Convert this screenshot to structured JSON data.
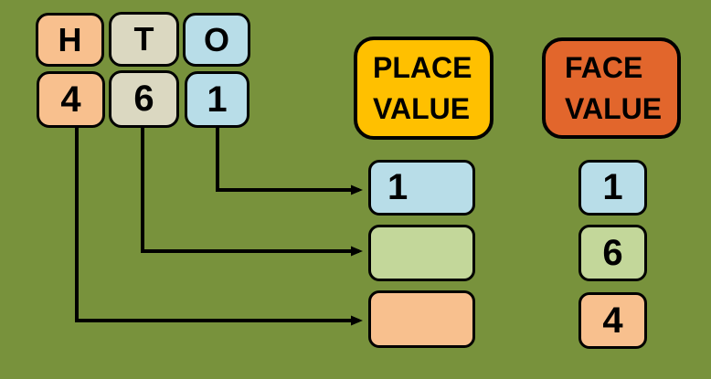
{
  "colors": {
    "background": "#78923C",
    "outline": "#000000",
    "arrow": "#000000",
    "peach": "#F8C08E",
    "beige": "#DBD8C1",
    "light_blue": "#B8DDE8",
    "light_green": "#C3D79A",
    "gold": "#FFC000",
    "orange_red": "#E2662C"
  },
  "digit_grid": {
    "column_headers": [
      {
        "label": "H",
        "color": "#F8C08E"
      },
      {
        "label": "T",
        "color": "#DBD8C1"
      },
      {
        "label": "O",
        "color": "#B8DDE8"
      }
    ],
    "digits": [
      {
        "label": "4",
        "color": "#F8C08E"
      },
      {
        "label": "6",
        "color": "#DBD8C1"
      },
      {
        "label": "1",
        "color": "#B8DDE8"
      }
    ]
  },
  "place_value": {
    "title_lines": [
      "PLACE",
      "VALUE"
    ],
    "header_color": "#FFC000",
    "rows": [
      {
        "value": "1",
        "color": "#B8DDE8"
      },
      {
        "value": "",
        "color": "#C3D79A"
      },
      {
        "value": "",
        "color": "#F8C08E"
      }
    ]
  },
  "face_value": {
    "title_lines": [
      "FACE",
      "VALUE"
    ],
    "header_color": "#E2662C",
    "rows": [
      {
        "value": "1",
        "color": "#B8DDE8"
      },
      {
        "value": "6",
        "color": "#C3D79A"
      },
      {
        "value": "4",
        "color": "#F8C08E"
      }
    ]
  }
}
